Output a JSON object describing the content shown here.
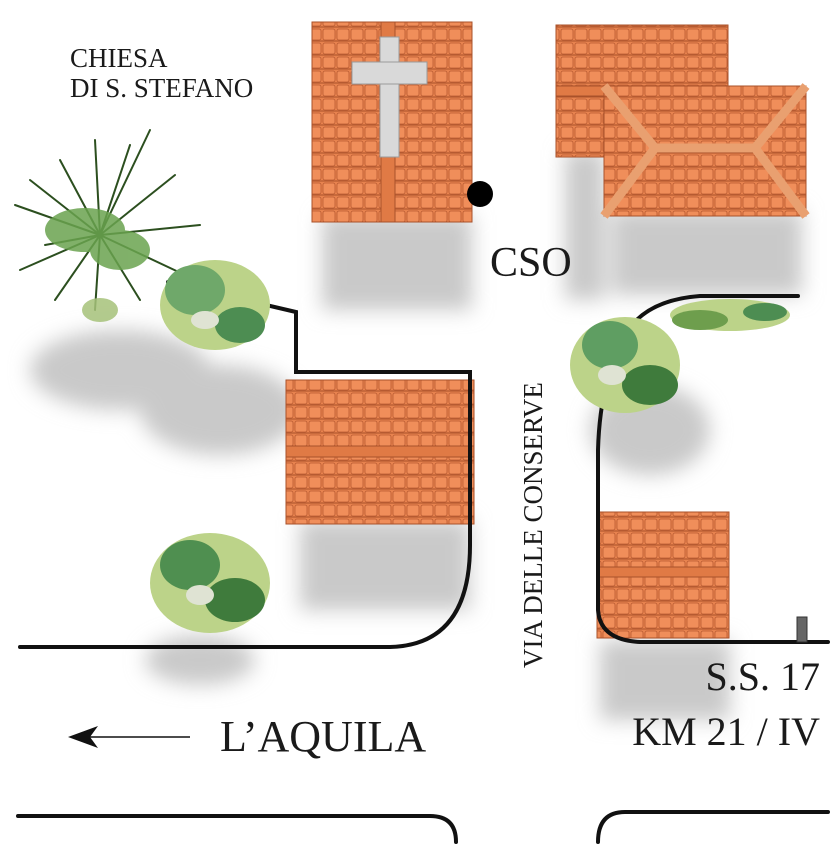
{
  "labels": {
    "church_line1": "CHIESA",
    "church_line2": "DI S. STEFANO",
    "corso": "CSO",
    "street": "VIA DELLE CONSERVE",
    "destination": "L’AQUILA",
    "road_line1": "S.S. 17",
    "road_line2": "KM 21 / IV"
  },
  "colors": {
    "roof": "#e8834f",
    "roof_line": "#b85a30",
    "cross": "#d9d9d9",
    "shadow": "#cfcfcf",
    "road": "#111111",
    "foliage_light": "#bcd389",
    "foliage_dark": "#3f7b3c",
    "palm": "#2c4f1f"
  },
  "icons": {
    "church_marker": "filled-circle-marker",
    "direction": "arrow-left-icon"
  }
}
